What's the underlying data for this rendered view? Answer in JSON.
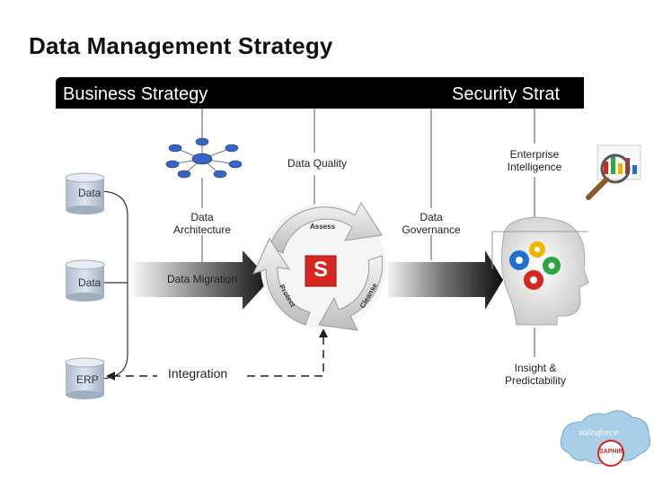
{
  "title": "Data Management Strategy",
  "header_bar": {
    "left": "Business Strategy",
    "right": "Security Strat"
  },
  "sources": [
    "Data",
    "Data",
    "ERP"
  ],
  "labels": {
    "data_quality": "Data Quality",
    "enterprise_intelligence": [
      "Enterprise",
      "Intelligence"
    ],
    "data_architecture": [
      "Data",
      "Architecture"
    ],
    "data_governance": [
      "Data",
      "Governance"
    ],
    "data_migration": "Data Migration",
    "integration": "Integration",
    "insight": [
      "Insight &",
      "Predictability"
    ]
  },
  "cycle": {
    "assess": "Assess",
    "cleanse": "Cleanse",
    "protect": "Protect",
    "center": "S"
  },
  "logo": {
    "brand": "salesforce",
    "stamp": "SAPHIR"
  },
  "colors": {
    "bar": "#000000",
    "cylinder": "#c9d5e0",
    "arrow_dark": "#111111",
    "accent_red": "#d6261f",
    "cloud_blue": "#a9cfe8"
  }
}
